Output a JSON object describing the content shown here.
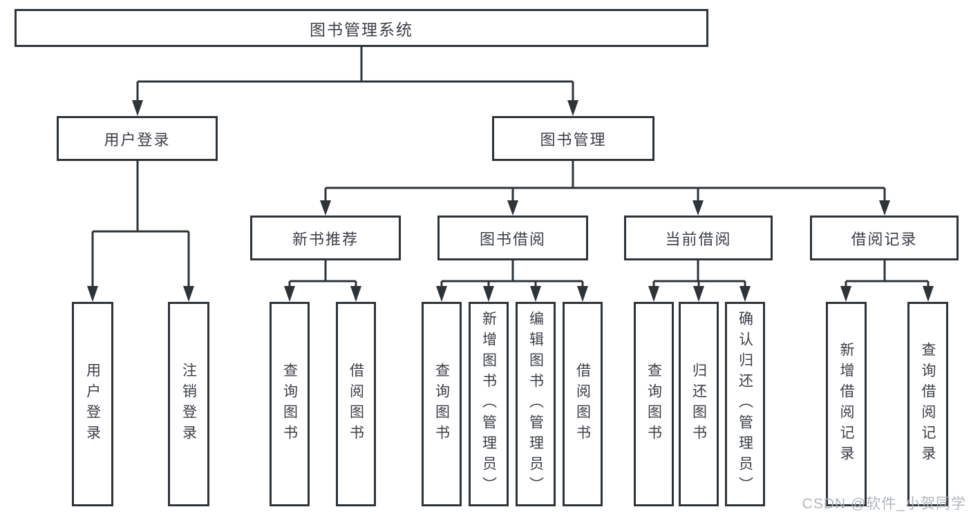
{
  "tree": {
    "label": "图书管理系统",
    "children": [
      {
        "label": "用户登录",
        "children": [
          {
            "label": "用户登录"
          },
          {
            "label": "注销登录"
          }
        ]
      },
      {
        "label": "图书管理",
        "children": [
          {
            "label": "新书推荐",
            "children": [
              {
                "label": "查询图书"
              },
              {
                "label": "借阅图书"
              }
            ]
          },
          {
            "label": "图书借阅",
            "children": [
              {
                "label": "查询图书"
              },
              {
                "label": "新增图书（管理员）"
              },
              {
                "label": "编辑图书（管理员）"
              },
              {
                "label": "借阅图书"
              }
            ]
          },
          {
            "label": "当前借阅",
            "children": [
              {
                "label": "查询图书"
              },
              {
                "label": "归还图书"
              },
              {
                "label": "确认归还（管理员）"
              }
            ]
          },
          {
            "label": "借阅记录",
            "children": [
              {
                "label": "新增借阅记录"
              },
              {
                "label": "查询借阅记录"
              }
            ]
          }
        ]
      }
    ]
  },
  "watermark": "CSDN @软件_小贺同学",
  "colors": {
    "line": "#2e3338",
    "box_border": "#2e3338",
    "text": "#3a3f45",
    "background": "#ffffff",
    "watermark": "#adb2b8"
  }
}
